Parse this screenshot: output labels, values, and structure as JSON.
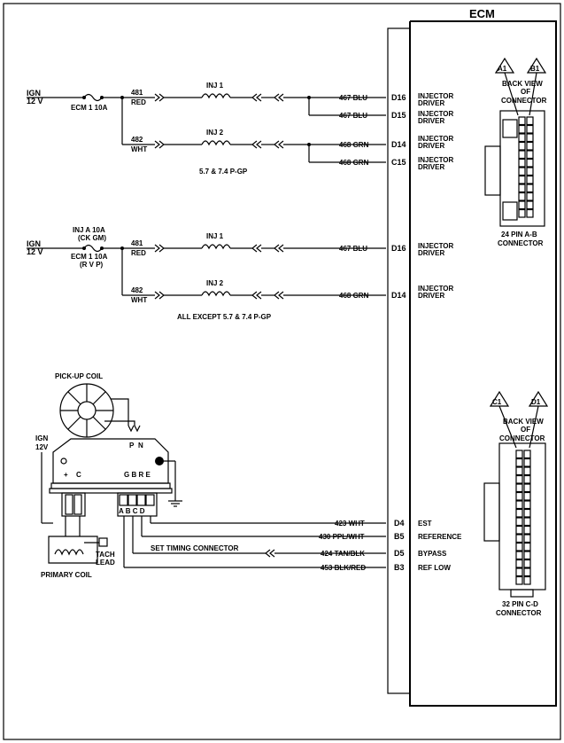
{
  "ecm_title": "ECM",
  "section1": {
    "ign": "IGN",
    "volt": "12 V",
    "fuse": "ECM 1 10A",
    "w481": "481",
    "red": "RED",
    "w482": "482",
    "wht": "WHT",
    "inj1": "INJ 1",
    "inj2": "INJ 2",
    "caption": "5.7 & 7.4 P-GP",
    "wires": [
      {
        "wire": "467 BLU",
        "pin": "D16",
        "func1": "INJECTOR",
        "func2": "DRIVER"
      },
      {
        "wire": "467 BLU",
        "pin": "D15",
        "func1": "INJECTOR",
        "func2": "DRIVER"
      },
      {
        "wire": "468 GRN",
        "pin": "D14",
        "func1": "INJECTOR",
        "func2": "DRIVER"
      },
      {
        "wire": "468 GRN",
        "pin": "C15",
        "func1": "INJECTOR",
        "func2": "DRIVER"
      }
    ]
  },
  "section2": {
    "ign": "IGN",
    "volt": "12 V",
    "fuse_a1": "INJ A 10A",
    "fuse_a2": "(CK GM)",
    "fuse_b1": "ECM 1 10A",
    "fuse_b2": "(R V P)",
    "w481": "481",
    "red": "RED",
    "w482": "482",
    "wht": "WHT",
    "inj1": "INJ 1",
    "inj2": "INJ 2",
    "caption": "ALL EXCEPT 5.7 & 7.4 P-GP",
    "wires": [
      {
        "wire": "467 BLU",
        "pin": "D16",
        "func1": "INJECTOR",
        "func2": "DRIVER"
      },
      {
        "wire": "468 GRN",
        "pin": "D14",
        "func1": "INJECTOR",
        "func2": "DRIVER"
      }
    ]
  },
  "connector_ab": {
    "a1": "A1",
    "b1": "B1",
    "view1": "BACK VIEW",
    "view2": "OF",
    "view3": "CONNECTOR",
    "name1": "24 PIN A-B",
    "name2": "CONNECTOR"
  },
  "connector_cd": {
    "c1": "C1",
    "d1": "D1",
    "view1": "BACK VIEW",
    "view2": "OF",
    "view3": "CONNECTOR",
    "name1": "32 PIN C-D",
    "name2": "CONNECTOR"
  },
  "ignition": {
    "pickup": "PICK-UP COIL",
    "p": "P",
    "n": "N",
    "ign": "IGN",
    "volt": "12V",
    "plus": "+",
    "c": "C",
    "gbre": "G B R E",
    "abcd": "A B C D",
    "tach1": "TACH",
    "tach2": "LEAD",
    "primary": "PRIMARY COIL",
    "set_timing": "SET TIMING CONNECTOR",
    "wires": [
      {
        "wire": "423 WHT",
        "pin": "D4",
        "func": "EST"
      },
      {
        "wire": "430 PPL/WHT",
        "pin": "B5",
        "func": "REFERENCE"
      },
      {
        "wire": "424 TAN/BLK",
        "pin": "D5",
        "func": "BYPASS"
      },
      {
        "wire": "453 BLK/RED",
        "pin": "B3",
        "func": "REF LOW"
      }
    ]
  }
}
